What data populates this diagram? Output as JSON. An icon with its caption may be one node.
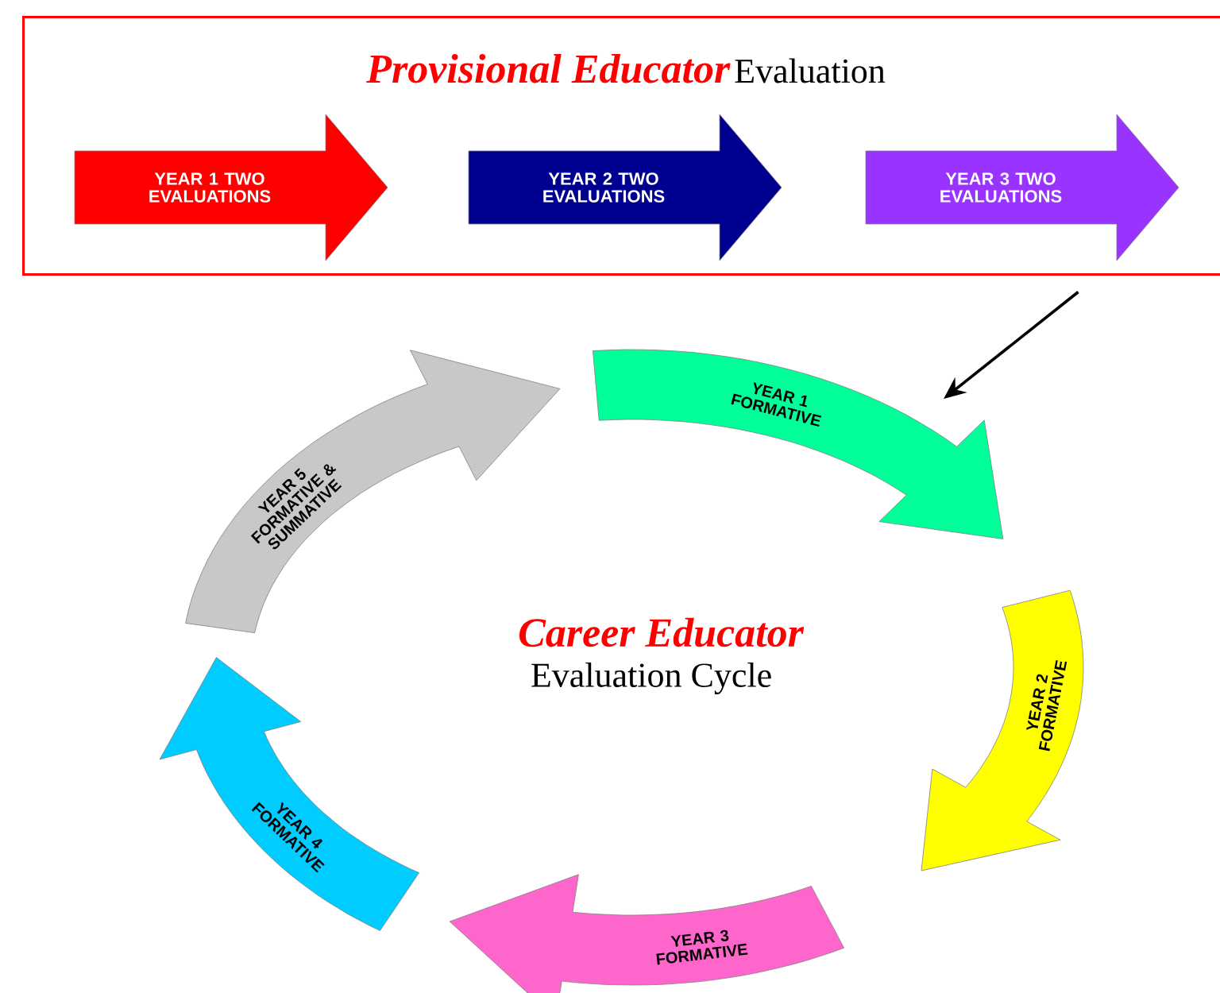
{
  "diagram": {
    "nodes": [
      {
        "text": [
          "Provisional Educator",
          "Evaluation"
        ]
      },
      {
        "text": [
          "YEAR 1 TWO EVALUATIONS"
        ],
        "in": 0
      },
      {
        "text": [
          "YEAR 2 TWO EVALUATIONS"
        ],
        "in": 0
      },
      {
        "text": [
          "YEAR 3 TWO EVALUATIONS"
        ],
        "in": 0
      },
      {
        "text": [
          "YEAR 1 FORMATIVE"
        ]
      },
      {
        "text": [
          "YEAR 2 FORMATIVE"
        ]
      },
      {
        "text": [
          "YEAR 3 FORMATIVE"
        ]
      },
      {
        "text": [
          "YEAR 4 FORMATIVE"
        ]
      },
      {
        "text": [
          "YEAR 5 FORMATIVE & SUMMATIVE"
        ]
      }
    ],
    "edges": [
      {
        "from": 0,
        "to": 4,
        "arrow": "to"
      }
    ],
    "labels": [
      "Career Educator",
      "Evaluation Cycle"
    ]
  }
}
